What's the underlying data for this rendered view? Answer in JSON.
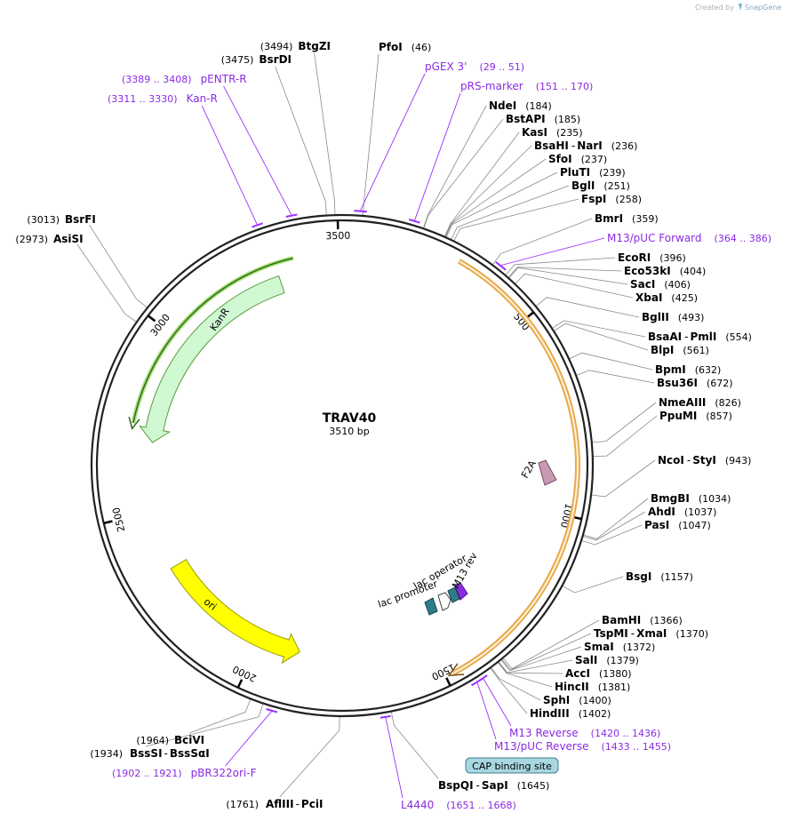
{
  "credit": {
    "text": "Created by",
    "brand": "SnapGene"
  },
  "plasmid": {
    "name": "TRAV40",
    "length_label": "3510 bp",
    "length": 3510
  },
  "colors": {
    "backbone": "#222222",
    "enzyme_line": "#808080",
    "primer": "#9b30ff",
    "kanr": "#bff5c4",
    "kanr_stroke": "#5a9e3a",
    "ori": "#ffff00",
    "ori_stroke": "#b0a000",
    "orf": "#f0b060",
    "f2a": "#c79ab2",
    "lac_operator": "#ffffff",
    "lac_promoter": "#2e7d8c",
    "m13rev": "#8a2be2",
    "cap": "#a9d7e0"
  },
  "ticks": [
    {
      "pos": 500,
      "label": "500"
    },
    {
      "pos": 1000,
      "label": "1000"
    },
    {
      "pos": 1500,
      "label": "1500"
    },
    {
      "pos": 2000,
      "label": "2000"
    },
    {
      "pos": 2500,
      "label": "2500"
    },
    {
      "pos": 3000,
      "label": "3000"
    },
    {
      "pos": 3500,
      "label": "3500"
    }
  ],
  "enzymes": [
    {
      "id": "btgzi",
      "name": "BtgZI",
      "pos_label": "(3494)",
      "pos": 3494
    },
    {
      "id": "bsrdi",
      "name": "BsrDI",
      "pos_label": "(3475)",
      "pos": 3475
    },
    {
      "id": "pfoi",
      "name": "PfoI",
      "pos_label": "(46)",
      "pos": 46
    },
    {
      "id": "ndei",
      "name": "NdeI",
      "pos_label": "(184)",
      "pos": 184
    },
    {
      "id": "bstapi",
      "name": "BstAPI",
      "pos_label": "(185)",
      "pos": 185
    },
    {
      "id": "kasi",
      "name": "KasI",
      "pos_label": "(235)",
      "pos": 235
    },
    {
      "id": "bsahi",
      "name": "BsaHI",
      "name2": "NarI",
      "pos_label": "(236)",
      "pos": 236
    },
    {
      "id": "sfoi",
      "name": "SfoI",
      "pos_label": "(237)",
      "pos": 237
    },
    {
      "id": "pluti",
      "name": "PluTI",
      "pos_label": "(239)",
      "pos": 239
    },
    {
      "id": "bgli",
      "name": "BglI",
      "pos_label": "(251)",
      "pos": 251
    },
    {
      "id": "fspi",
      "name": "FspI",
      "pos_label": "(258)",
      "pos": 258
    },
    {
      "id": "bmri",
      "name": "BmrI",
      "pos_label": "(359)",
      "pos": 359
    },
    {
      "id": "ecori",
      "name": "EcoRI",
      "pos_label": "(396)",
      "pos": 396
    },
    {
      "id": "eco53ki",
      "name": "Eco53kI",
      "pos_label": "(404)",
      "pos": 404
    },
    {
      "id": "saci",
      "name": "SacI",
      "pos_label": "(406)",
      "pos": 406
    },
    {
      "id": "xbai",
      "name": "XbaI",
      "pos_label": "(425)",
      "pos": 425
    },
    {
      "id": "bglii",
      "name": "BglII",
      "pos_label": "(493)",
      "pos": 493
    },
    {
      "id": "bsaai",
      "name": "BsaAI",
      "name2": "PmlI",
      "pos_label": "(554)",
      "pos": 554
    },
    {
      "id": "blpi",
      "name": "BlpI",
      "pos_label": "(561)",
      "pos": 561
    },
    {
      "id": "bpmi",
      "name": "BpmI",
      "pos_label": "(632)",
      "pos": 632
    },
    {
      "id": "bsu36i",
      "name": "Bsu36I",
      "pos_label": "(672)",
      "pos": 672
    },
    {
      "id": "nmeaiii",
      "name": "NmeAIII",
      "pos_label": "(826)",
      "pos": 826
    },
    {
      "id": "ppumi",
      "name": "PpuMI",
      "pos_label": "(857)",
      "pos": 857
    },
    {
      "id": "ncoi",
      "name": "NcoI",
      "name2": "StyI",
      "pos_label": "(943)",
      "pos": 943
    },
    {
      "id": "bmgbi",
      "name": "BmgBI",
      "pos_label": "(1034)",
      "pos": 1034
    },
    {
      "id": "ahdi",
      "name": "AhdI",
      "pos_label": "(1037)",
      "pos": 1037
    },
    {
      "id": "pasi",
      "name": "PasI",
      "pos_label": "(1047)",
      "pos": 1047
    },
    {
      "id": "bsgi",
      "name": "BsgI",
      "pos_label": "(1157)",
      "pos": 1157
    },
    {
      "id": "bamhi",
      "name": "BamHI",
      "pos_label": "(1366)",
      "pos": 1366
    },
    {
      "id": "tspmi",
      "name": "TspMI",
      "name2": "XmaI",
      "pos_label": "(1370)",
      "pos": 1370
    },
    {
      "id": "smai",
      "name": "SmaI",
      "pos_label": "(1372)",
      "pos": 1372
    },
    {
      "id": "sali",
      "name": "SalI",
      "pos_label": "(1379)",
      "pos": 1379
    },
    {
      "id": "acci",
      "name": "AccI",
      "pos_label": "(1380)",
      "pos": 1380
    },
    {
      "id": "hincii",
      "name": "HincII",
      "pos_label": "(1381)",
      "pos": 1381
    },
    {
      "id": "sphi",
      "name": "SphI",
      "pos_label": "(1400)",
      "pos": 1400
    },
    {
      "id": "hindiii",
      "name": "HindIII",
      "pos_label": "(1402)",
      "pos": 1402
    },
    {
      "id": "bspqi",
      "name": "BspQI",
      "name2": "SapI",
      "pos_label": "(1645)",
      "pos": 1645
    },
    {
      "id": "aflIII",
      "name": "AflIII",
      "name2": "PciI",
      "pos_label": "(1761)",
      "pos": 1761
    },
    {
      "id": "bssi",
      "name": "BssSI",
      "name2": "BssSαI",
      "pos_label": "(1934)",
      "pos": 1934
    },
    {
      "id": "bcivi",
      "name": "BciVI",
      "pos_label": "(1964)",
      "pos": 1964
    },
    {
      "id": "asisi",
      "name": "AsiSI",
      "pos_label": "(2973)",
      "pos": 2973
    },
    {
      "id": "bsrfi",
      "name": "BsrFI",
      "pos_label": "(3013)",
      "pos": 3013
    }
  ],
  "primers": [
    {
      "id": "pgex3",
      "name": "pGEX 3'",
      "range": "(29 .. 51)",
      "start": 29,
      "end": 51
    },
    {
      "id": "prsmarker",
      "name": "pRS-marker",
      "range": "(151 .. 170)",
      "start": 151,
      "end": 170
    },
    {
      "id": "m13puc_fwd",
      "name": "M13/pUC Forward",
      "range": "(364 .. 386)",
      "start": 364,
      "end": 386
    },
    {
      "id": "m13rev_p",
      "name": "M13 Reverse",
      "range": "(1420 .. 1436)",
      "start": 1420,
      "end": 1436
    },
    {
      "id": "m13puc_rev",
      "name": "M13/pUC Reverse",
      "range": "(1433 .. 1455)",
      "start": 1433,
      "end": 1455
    },
    {
      "id": "l4440",
      "name": "L4440",
      "range": "(1651 .. 1668)",
      "start": 1651,
      "end": 1668
    },
    {
      "id": "pbr322ori",
      "name": "pBR322ori-F",
      "range": "(1902 .. 1921)",
      "start": 1902,
      "end": 1921
    },
    {
      "id": "kanr_p",
      "name": "Kan-R",
      "range": "(3311 .. 3330)",
      "start": 3311,
      "end": 3330
    },
    {
      "id": "pentr",
      "name": "pENTR-R",
      "range": "(3389 .. 3408)",
      "start": 3389,
      "end": 3408
    }
  ],
  "features": [
    {
      "id": "kanr",
      "label": "KanR"
    },
    {
      "id": "ori",
      "label": "ori"
    },
    {
      "id": "f2a",
      "label": "F2A"
    },
    {
      "id": "lac_operator",
      "label": "lac operator"
    },
    {
      "id": "lac_promoter",
      "label": "lac promoter"
    },
    {
      "id": "m13rev",
      "label": "M13 rev"
    },
    {
      "id": "cap",
      "label": "CAP binding site"
    }
  ]
}
